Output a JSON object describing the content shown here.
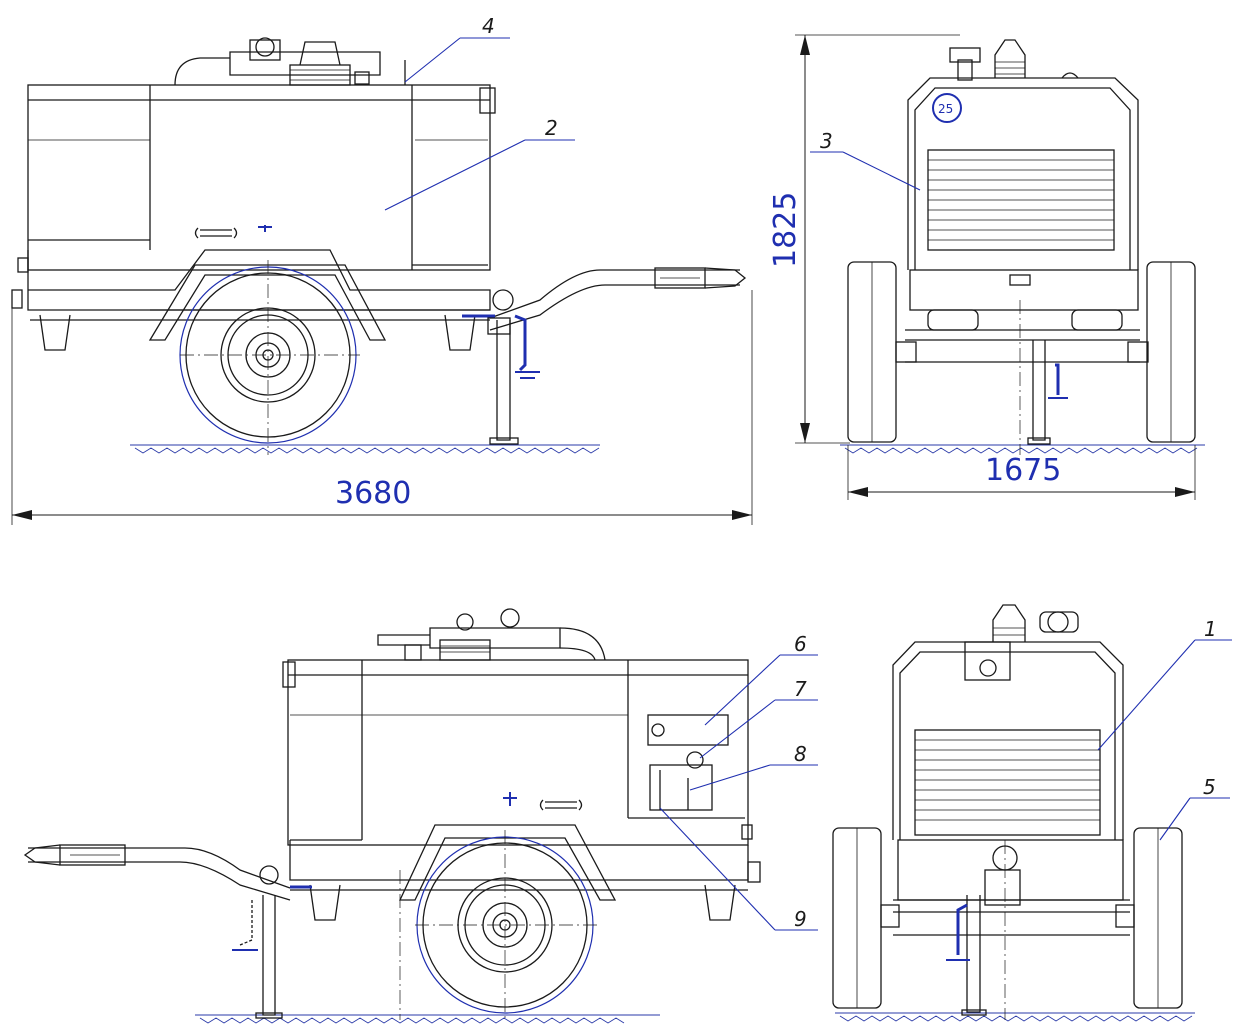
{
  "dimensions": {
    "overall_length": "3680",
    "overall_height": "1825",
    "track_width": "1675"
  },
  "callouts": [
    "1",
    "2",
    "3",
    "4",
    "5",
    "6",
    "7",
    "8",
    "9"
  ],
  "badge_text": "25",
  "colors": {
    "line": "#1a1a1a",
    "accent_blue": "#1f2fb0",
    "background": "#ffffff"
  }
}
